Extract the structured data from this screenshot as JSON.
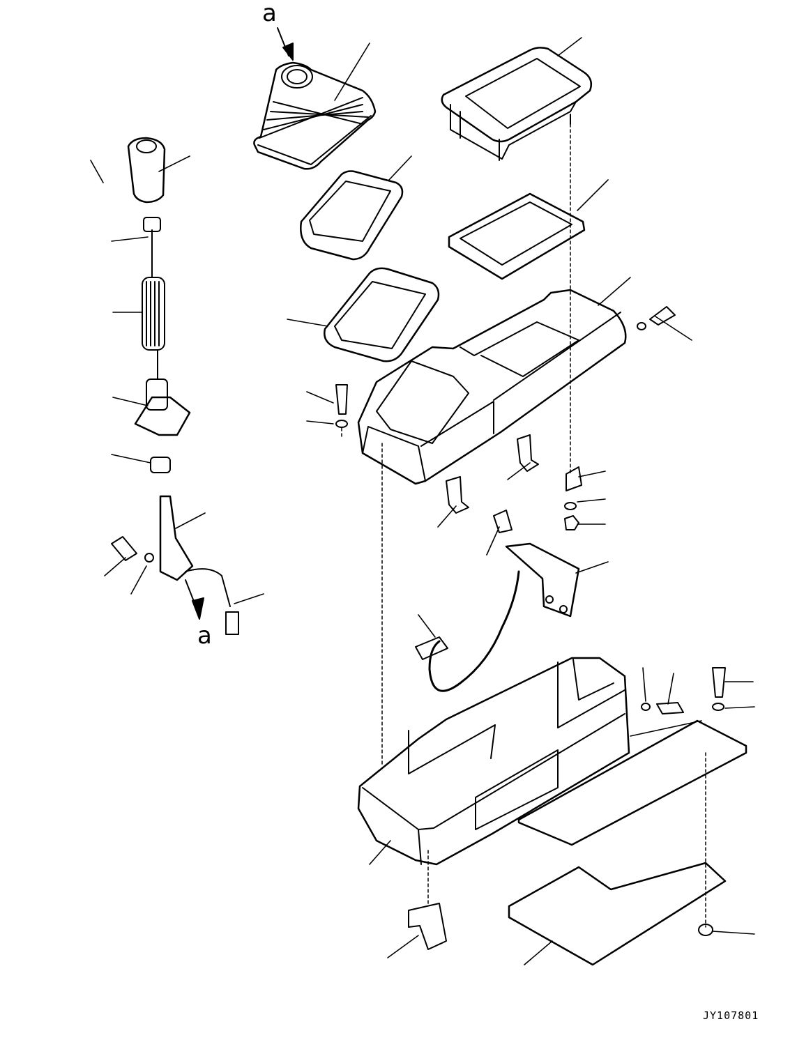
{
  "figure": {
    "callout_top": "a",
    "callout_bottom": "a",
    "figure_code": "JY107801"
  },
  "colors": {
    "line": "#000000",
    "background": "#ffffff"
  }
}
